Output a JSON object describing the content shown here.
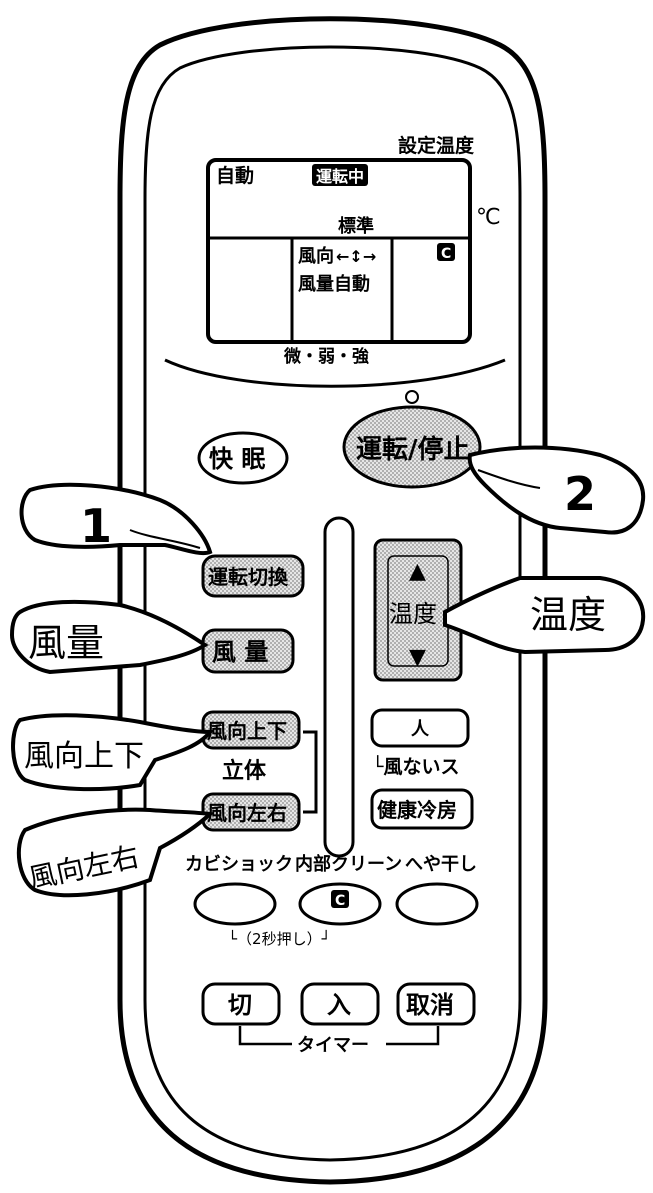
{
  "display": {
    "set_temp_label": "設定温度",
    "mode": "自動",
    "status": "運転中",
    "standard": "標準",
    "unit": "℃",
    "direction": "風向",
    "direction_arrows": "←↕→",
    "volume_auto": "風量自動",
    "c_icon": "C",
    "levels": "微・弱・強"
  },
  "buttons": {
    "sleep": "快 眠",
    "run_stop": "運転/停止",
    "mode_switch": "運転切換",
    "fan_volume": "風 量",
    "temp_up_arrow": "▲",
    "temperature": "温度",
    "temp_down_arrow": "▼",
    "vertical_dir": "風向上下",
    "solid": "立体",
    "horizontal_dir": "風向左右",
    "no_wind_icon": "人",
    "no_wind_label": "└風ないス",
    "healthy_cool": "健康冷房",
    "mold_shock": "カビショック",
    "internal_clean": "内部クリーン",
    "internal_clean_icon": "C",
    "room_dry": "へや干し",
    "two_sec": "└（2秒押し）┘",
    "timer_off": "切",
    "timer_on": "入",
    "timer_cancel": "取消",
    "timer_label": "タイマー"
  },
  "callouts": {
    "step1": "1",
    "step2": "2",
    "temperature": "温度",
    "fan_volume": "風量",
    "vertical_dir": "風向上下",
    "horizontal_dir": "風向左右"
  },
  "colors": {
    "shade": "#d4d4d4",
    "ink": "#000000",
    "paper": "#ffffff"
  }
}
